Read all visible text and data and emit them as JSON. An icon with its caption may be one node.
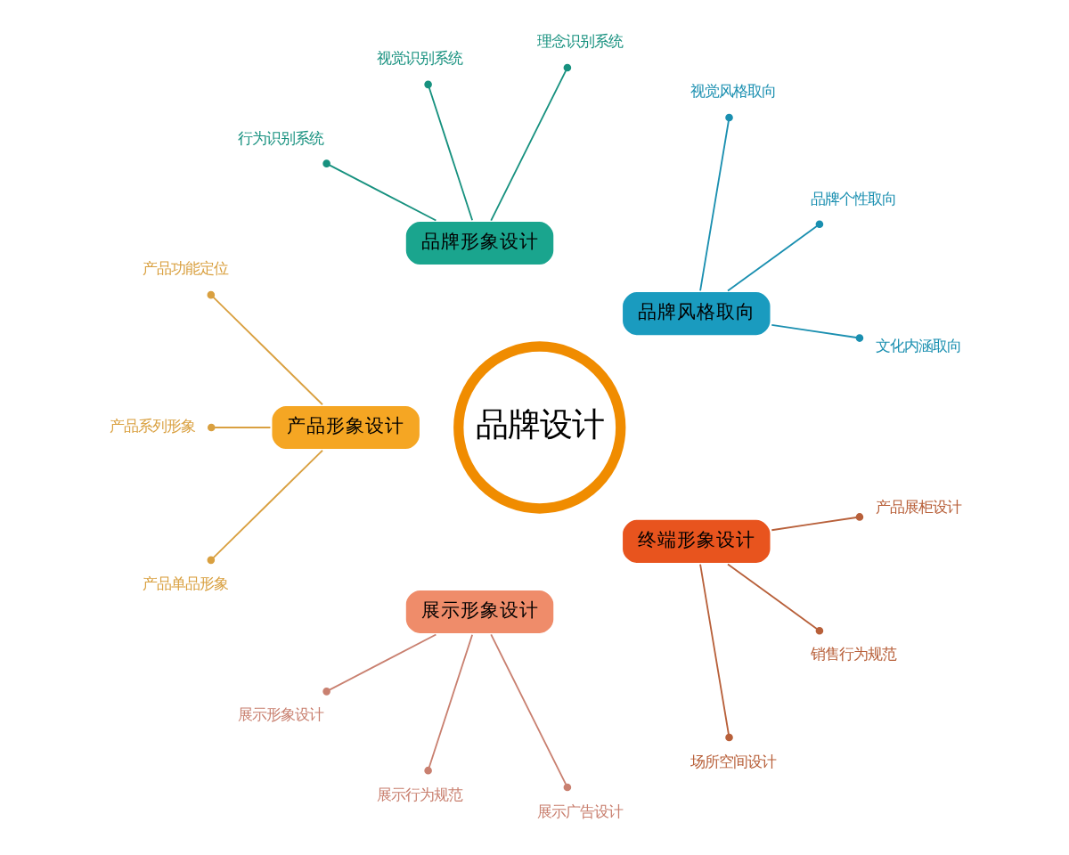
{
  "diagram": {
    "nodes": [
      {
        "text": [
          "品牌设计"
        ]
      },
      {
        "text": [
          "品牌风格取向"
        ]
      },
      {
        "text": [
          "品牌形象设计"
        ]
      },
      {
        "text": [
          "产品形象设计"
        ]
      },
      {
        "text": [
          "展示形象设计"
        ]
      },
      {
        "text": [
          "终端形象设计"
        ]
      },
      {
        "text": [
          "文化内涵取向"
        ]
      },
      {
        "text": [
          "品牌个性取向"
        ]
      },
      {
        "text": [
          "视觉风格取向"
        ]
      },
      {
        "text": [
          "理念识别系统"
        ]
      },
      {
        "text": [
          "视觉识别系统"
        ]
      },
      {
        "text": [
          "行为识别系统"
        ]
      },
      {
        "text": [
          "产品功能定位"
        ]
      },
      {
        "text": [
          "产品系列形象"
        ]
      },
      {
        "text": [
          "产品单品形象"
        ]
      },
      {
        "text": [
          "展示形象设计"
        ]
      },
      {
        "text": [
          "展示行为规范"
        ]
      },
      {
        "text": [
          "展示广告设计"
        ]
      },
      {
        "text": [
          "场所空间设计"
        ]
      },
      {
        "text": [
          "销售行为规范"
        ]
      },
      {
        "text": [
          "产品展柜设计"
        ]
      }
    ],
    "edges": [
      {
        "from": 1,
        "to": 6,
        "arrow": "other",
        "color": "#1a8fb0"
      },
      {
        "from": 1,
        "to": 7,
        "arrow": "other",
        "color": "#1a8fb0"
      },
      {
        "from": 1,
        "to": 8,
        "arrow": "other",
        "color": "#1a8fb0"
      },
      {
        "from": 2,
        "to": 9,
        "arrow": "other",
        "color": "#17917f"
      },
      {
        "from": 2,
        "to": 10,
        "arrow": "other",
        "color": "#17917f"
      },
      {
        "from": 2,
        "to": 11,
        "arrow": "other",
        "color": "#17917f"
      },
      {
        "from": 3,
        "to": 12,
        "arrow": "other",
        "color": "#d9a040"
      },
      {
        "from": 3,
        "to": 13,
        "arrow": "other",
        "color": "#d9a040"
      },
      {
        "from": 3,
        "to": 14,
        "arrow": "other",
        "color": "#d9a040"
      },
      {
        "from": 4,
        "to": 15,
        "arrow": "other",
        "color": "#c98070"
      },
      {
        "from": 4,
        "to": 16,
        "arrow": "other",
        "color": "#c98070"
      },
      {
        "from": 4,
        "to": 17,
        "arrow": "other",
        "color": "#c98070"
      },
      {
        "from": 5,
        "to": 18,
        "arrow": "other",
        "color": "#b8603a"
      },
      {
        "from": 5,
        "to": 19,
        "arrow": "other",
        "color": "#b8603a"
      },
      {
        "from": 5,
        "to": 20,
        "arrow": "other",
        "color": "#b8603a"
      }
    ]
  }
}
